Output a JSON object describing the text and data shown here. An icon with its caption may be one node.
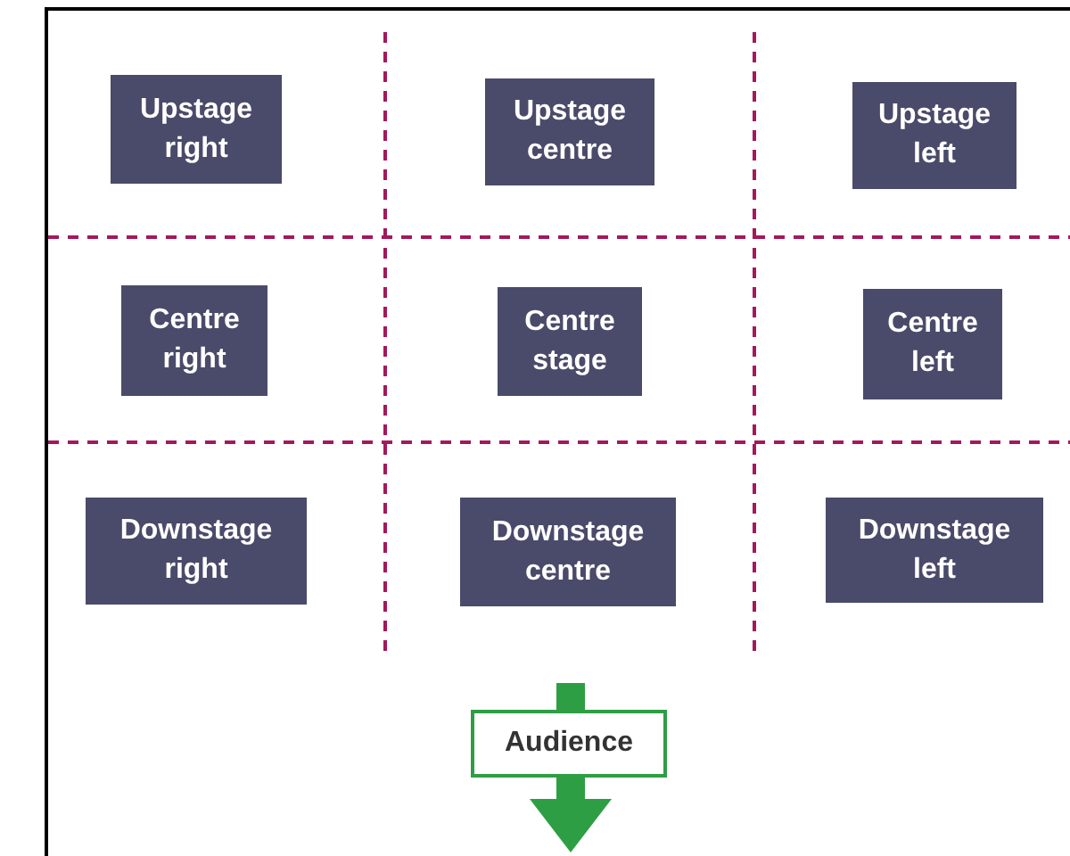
{
  "diagram": {
    "nodes": [
      {
        "text": [
          "Upstage right"
        ]
      },
      {
        "text": [
          "Upstage centre"
        ]
      },
      {
        "text": [
          "Upstage left"
        ]
      },
      {
        "text": [
          "Centre right"
        ]
      },
      {
        "text": [
          "Centre stage"
        ]
      },
      {
        "text": [
          "Centre left"
        ]
      },
      {
        "text": [
          "Downstage right"
        ]
      },
      {
        "text": [
          "Downstage centre"
        ]
      },
      {
        "text": [
          "Downstage left"
        ]
      },
      {
        "text": [
          "Audience"
        ]
      }
    ]
  }
}
